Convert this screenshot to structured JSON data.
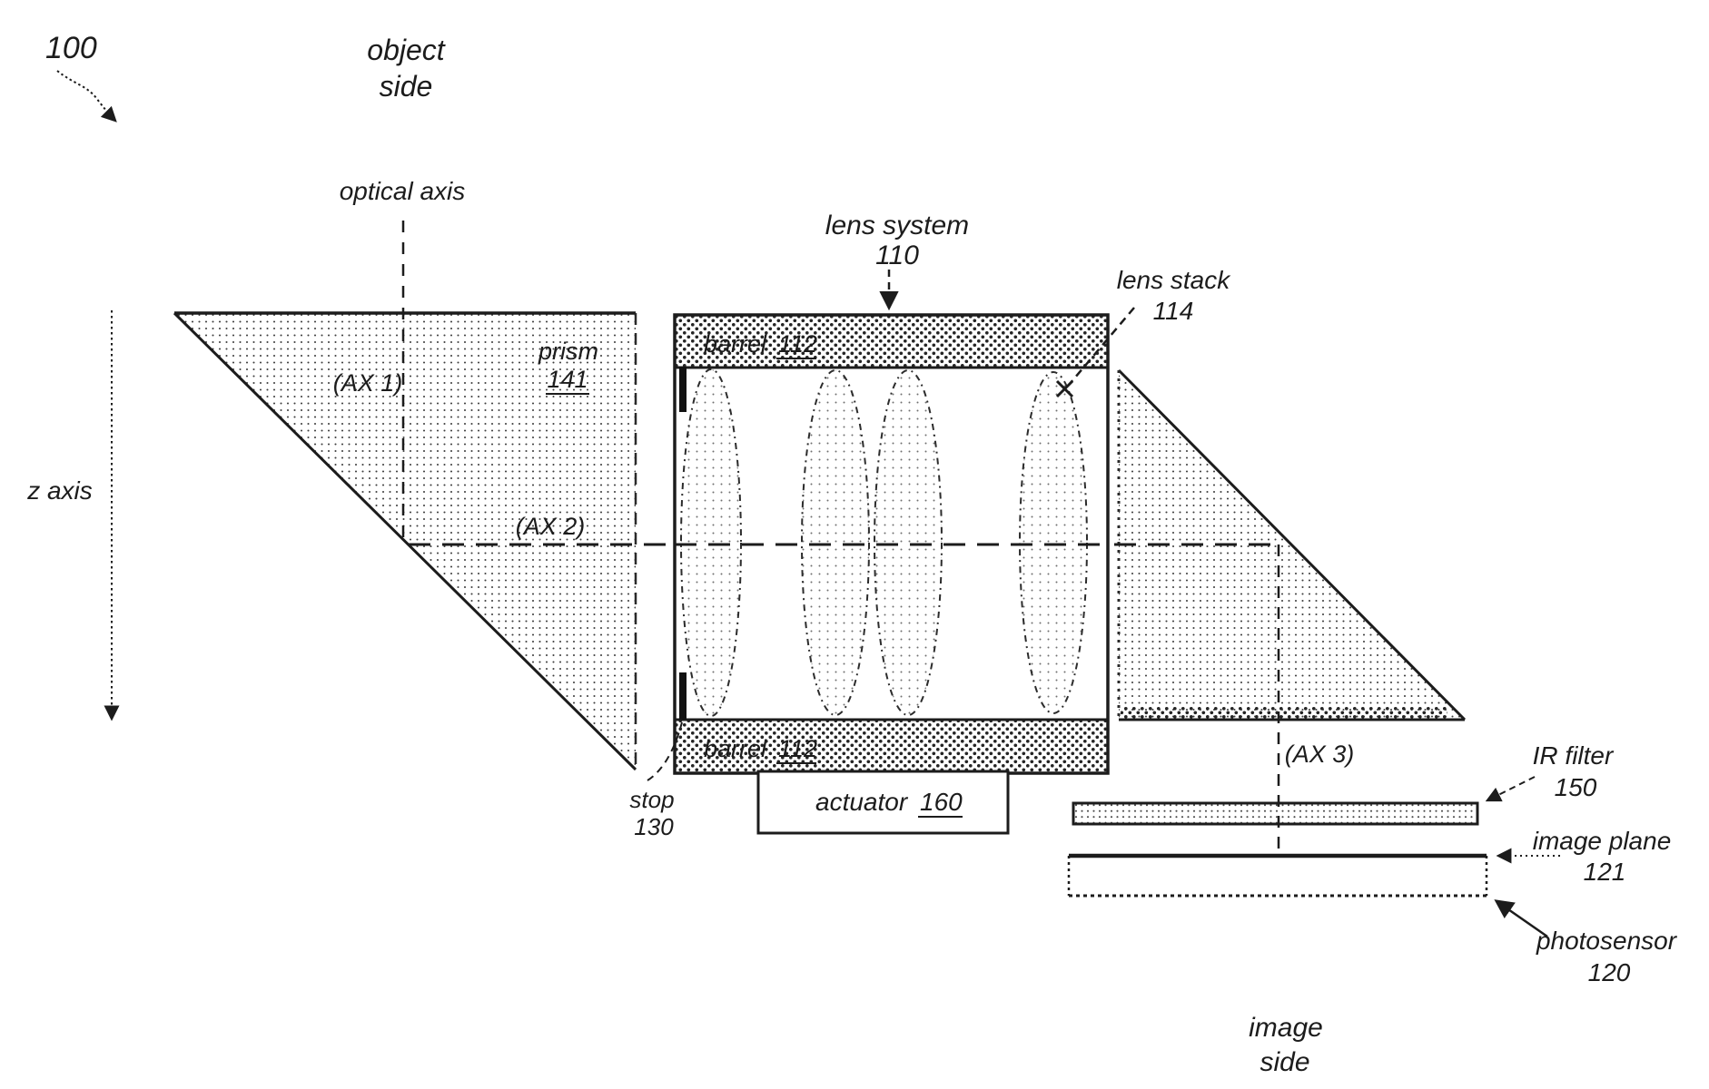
{
  "figure": {
    "ref": "100",
    "object_side": {
      "line1": "object",
      "line2": "side"
    },
    "image_side": {
      "line1": "image",
      "line2": "side"
    },
    "z_axis_label": "z axis",
    "optical_axis_label": "optical axis",
    "axes": {
      "ax1": "(AX 1)",
      "ax2": "(AX 2)",
      "ax3": "(AX 3)"
    },
    "components": {
      "prism": {
        "name": "prism",
        "ref": "141"
      },
      "lens_system": {
        "name": "lens system",
        "ref": "110"
      },
      "lens_stack": {
        "name": "lens stack",
        "ref": "114"
      },
      "barrel_top": {
        "name": "barrel",
        "ref": "112"
      },
      "barrel_bottom": {
        "name": "barrel",
        "ref": "112"
      },
      "stop": {
        "name": "stop",
        "ref": "130"
      },
      "actuator": {
        "name": "actuator",
        "ref": "160"
      },
      "ir_filter": {
        "name": "IR filter",
        "ref": "150"
      },
      "image_plane": {
        "name": "image plane",
        "ref": "121"
      },
      "photosensor": {
        "name": "photosensor",
        "ref": "120"
      }
    },
    "colors": {
      "ink": "#1c1c1c",
      "background": "#ffffff"
    }
  }
}
